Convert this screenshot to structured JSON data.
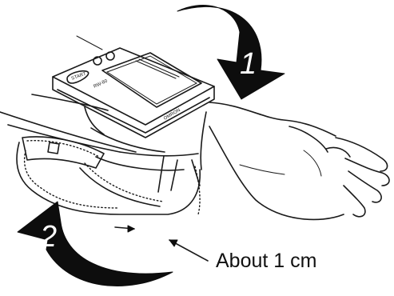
{
  "steps": [
    {
      "number": "1"
    },
    {
      "number": "2"
    }
  ],
  "callout": {
    "label": "About 1 cm"
  },
  "device": {
    "start_button_label": "START",
    "model_label": "RW-80",
    "brand_label": "OMRON"
  },
  "colors": {
    "ink": "#1a1a1a",
    "arrow": "#0d0d0d",
    "background": "#ffffff"
  }
}
